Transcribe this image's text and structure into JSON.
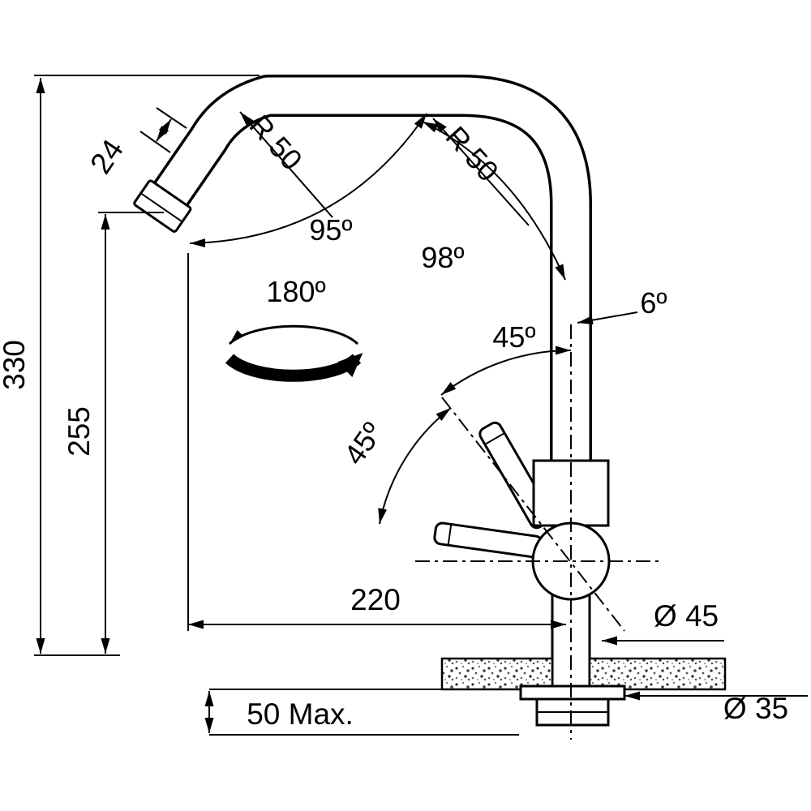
{
  "figure": {
    "kind": "technical-drawing",
    "subject": "kitchen mixer tap installation dimensions"
  },
  "colors": {
    "line": "#000000",
    "background": "#ffffff",
    "countertop_speckle": "#444444"
  },
  "labels": {
    "height_total": "330",
    "height_spout": "255",
    "spout_tube_dia": "24",
    "radius_left": "R 50",
    "radius_right": "R 50",
    "angle_spout": "95º",
    "angle_bend": "98º",
    "swivel": "180º",
    "tilt": "6º",
    "handle_angle_upper": "45º",
    "handle_angle_lower": "45º",
    "reach": "220",
    "base_dia": "Ø 45",
    "counter_thickness": "50 Max.",
    "hole_dia": "Ø 35"
  }
}
